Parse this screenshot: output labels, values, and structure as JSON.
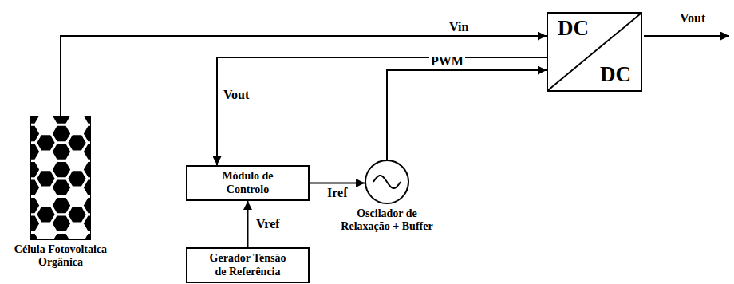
{
  "diagram": {
    "nodes": [
      {
        "text": [
          "Célula Fotovoltaica Orgânica"
        ]
      },
      {
        "text": [
          "DC",
          "DC"
        ]
      },
      {
        "text": [
          "Módulo de Controlo"
        ]
      },
      {
        "text": [
          "Oscilador de Relaxação + Buffer"
        ]
      },
      {
        "text": [
          "Gerador Tensão de Referência"
        ]
      }
    ],
    "edges": [
      {
        "from": 0,
        "to": 1,
        "arrow": "to",
        "label": "Vin"
      },
      {
        "from": 1,
        "to": 2,
        "arrow": "to",
        "label": "Vout"
      },
      {
        "from": 4,
        "to": 2,
        "arrow": "to",
        "label": "Vref"
      },
      {
        "from": 2,
        "to": 3,
        "arrow": "to",
        "label": "Iref"
      },
      {
        "from": 3,
        "to": 1,
        "arrow": "to",
        "label": "PWM"
      }
    ],
    "labels": [
      "Vout"
    ]
  }
}
